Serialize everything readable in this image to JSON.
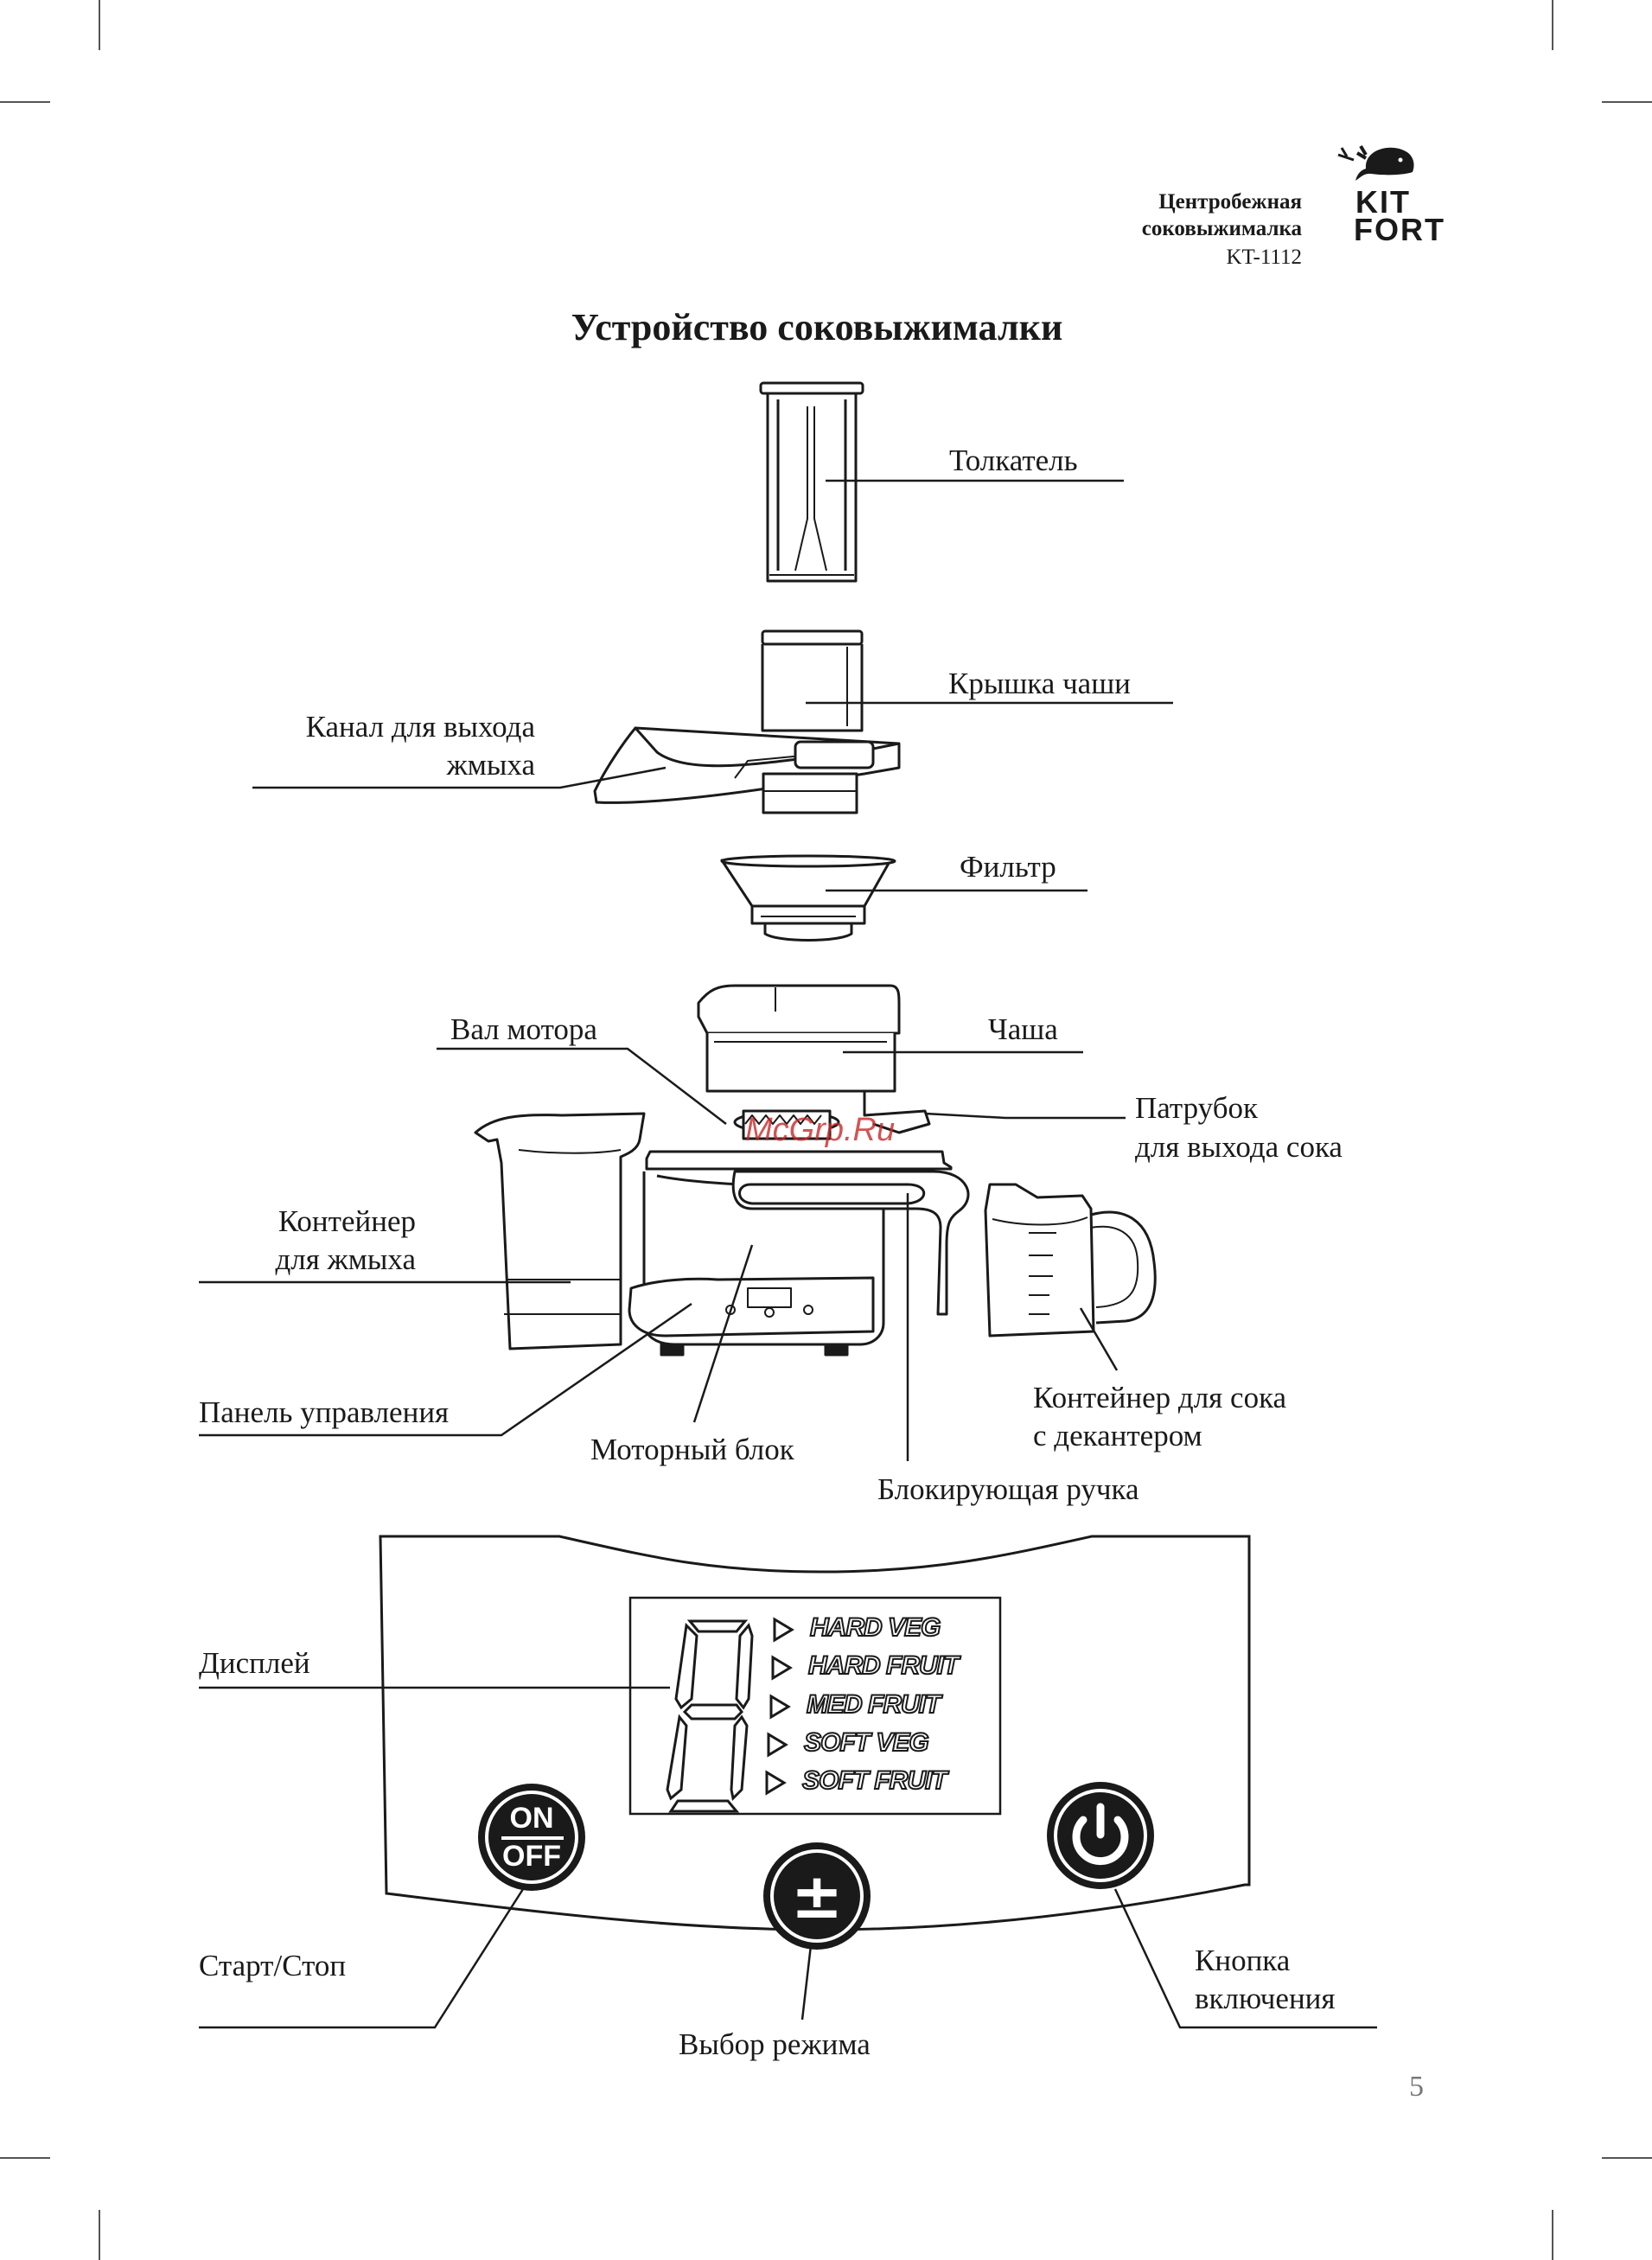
{
  "header": {
    "line1": "Центробежная",
    "line2": "соковыжималка",
    "model": "KT-1112",
    "logo_line1": "KIT",
    "logo_line2": "FORT",
    "logo_icon": "whale-plug-icon"
  },
  "title": "Устройство соковыжималки",
  "labels": {
    "pusher": "Толкатель",
    "bowl_lid": "Крышка чаши",
    "pulp_channel_1": "Канал для выхода",
    "pulp_channel_2": "жмыха",
    "filter": "Фильтр",
    "motor_shaft": "Вал мотора",
    "bowl": "Чаша",
    "spout_1": "Патрубок",
    "spout_2": "для выхода сока",
    "pulp_container_1": "Контейнер",
    "pulp_container_2": "для жмыха",
    "control_panel": "Панель управления",
    "motor_unit": "Моторный блок",
    "locking_handle": "Блокирующая ручка",
    "juice_container_1": "Контейнер для сока",
    "juice_container_2": "с декантером",
    "display": "Дисплей",
    "start_stop": "Старт/Стоп",
    "mode_select": "Выбор режима",
    "power_button_1": "Кнопка",
    "power_button_2": "включения"
  },
  "display_modes": [
    "HARD VEG",
    "HARD FRUIT",
    "MED FRUIT",
    "SOFT VEG",
    "SOFT FRUIT"
  ],
  "buttons": {
    "on": "ON",
    "off": "OFF",
    "plus_minus": "±",
    "power_icon": "power-icon"
  },
  "watermark": "McGrp.Ru",
  "page_number": "5"
}
